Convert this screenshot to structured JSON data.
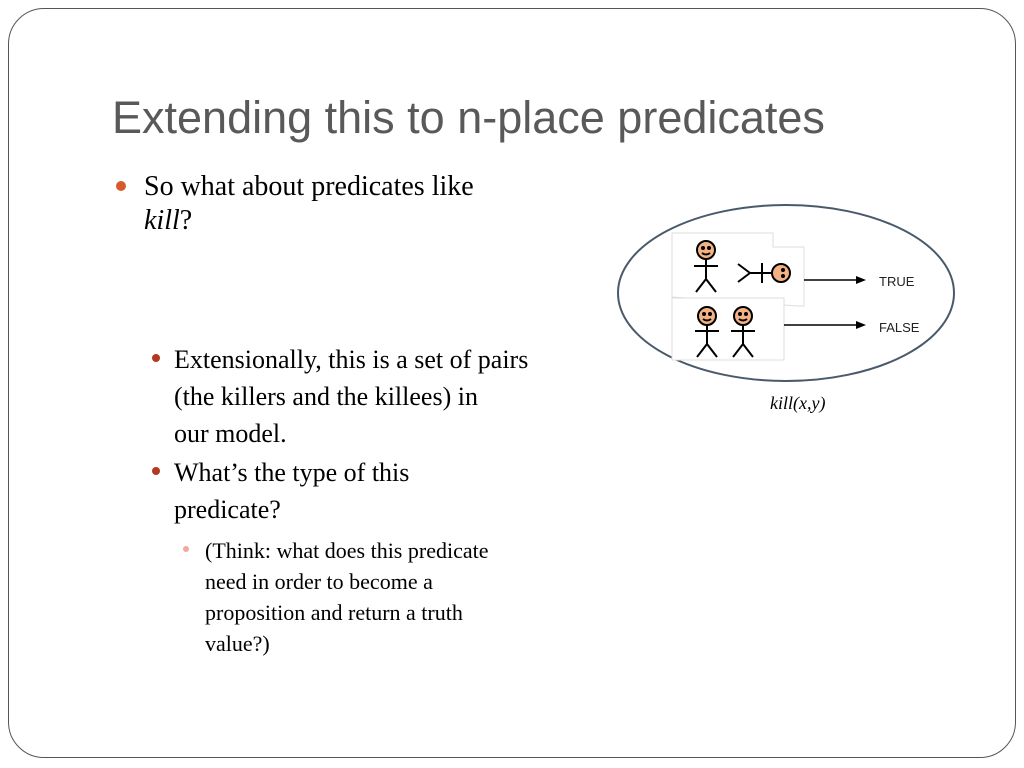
{
  "slide": {
    "title": "Extending this to n-place predicates",
    "bullet1": {
      "text_before": "So what about predicates like",
      "italic_word": "kill",
      "text_after": "?"
    },
    "bullet2": {
      "lines": [
        "Extensionally, this is a set of pairs",
        "(the killers and the killees) in",
        "our model."
      ]
    },
    "bullet3": {
      "lines": [
        "What’s the type of this",
        "predicate?"
      ]
    },
    "bullet4": {
      "lines": [
        "(Think: what does this predicate",
        "need in order to become a",
        "proposition and return a truth",
        "value?)"
      ]
    }
  },
  "figure": {
    "label_true": "TRUE",
    "label_false": "FALSE",
    "caption": "kill(x,y)"
  },
  "colors": {
    "title": "#595959",
    "bullet_level1": "#d75a2a",
    "bullet_level2": "#b33a22",
    "bullet_level3": "#f0a8a0",
    "ellipse_stroke": "#4a5a6a",
    "face_fill": "#f4b183"
  }
}
